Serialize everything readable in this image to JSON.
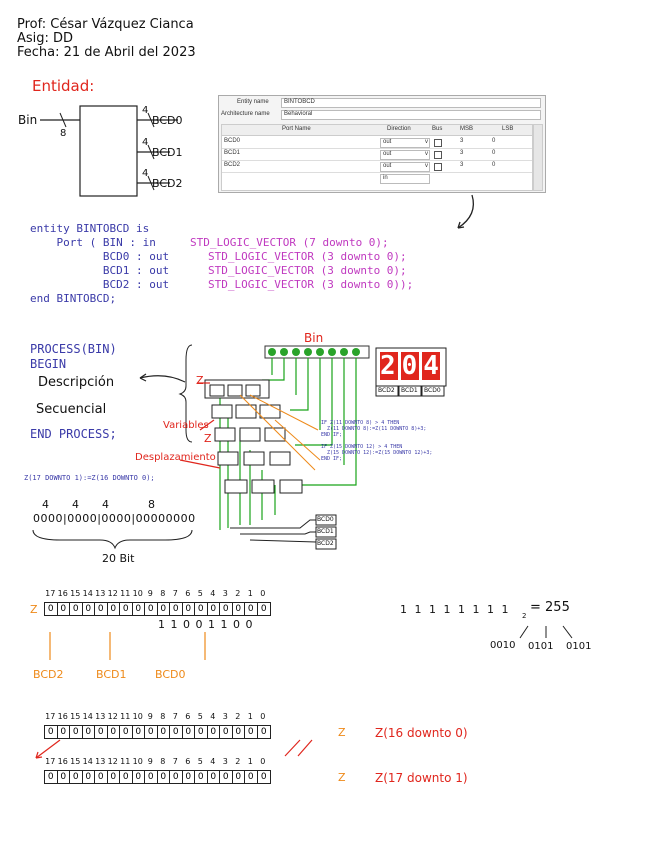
{
  "header": {
    "prof": "Prof: César Vázquez Cianca",
    "asig": "Asig: DD",
    "fecha": "Fecha: 21 de Abril del 2023"
  },
  "entidad_title": "Entidad:",
  "block": {
    "input": "Bin",
    "input_width": "8",
    "output_width": "4",
    "outputs": [
      "BCD0",
      "BCD1",
      "BCD2"
    ]
  },
  "wizard": {
    "entity_label": "Entity name",
    "entity_value": "BINTOBCD",
    "arch_label": "Architecture name",
    "arch_value": "Behavioral",
    "columns": [
      "Port Name",
      "Direction",
      "Bus",
      "MSB",
      "LSB"
    ],
    "rows": [
      {
        "name": "BCD0",
        "dir": "out",
        "msb": "3",
        "lsb": "0"
      },
      {
        "name": "BCD1",
        "dir": "out",
        "msb": "3",
        "lsb": "0"
      },
      {
        "name": "BCD2",
        "dir": "out",
        "msb": "3",
        "lsb": "0"
      },
      {
        "name": "",
        "dir": "in",
        "msb": "",
        "lsb": ""
      }
    ]
  },
  "code": {
    "l1": "entity BINTOBCD is",
    "l2a": "    Port ( BIN : in  ",
    "l2b": "STD_LOGIC_VECTOR (7 downto 0);",
    "l3a": "           BCD0 : out  ",
    "l3b": "STD_LOGIC_VECTOR (3 downto 0);",
    "l4a": "           BCD1 : out  ",
    "l4b": "STD_LOGIC_VECTOR (3 downto 0);",
    "l5a": "           BCD2 : out  ",
    "l5b": "STD_LOGIC_VECTOR (3 downto 0));",
    "l6": "end BINTOBCD;"
  },
  "process": {
    "l1": "PROCESS(BIN)",
    "l2": "BEGIN",
    "descripcion": "Descripción",
    "secuencial": "Secuencial",
    "end": "END PROCESS;",
    "shift_code": "Z(17 DOWNTO 1):=Z(16 DOWNTO 0);"
  },
  "annotations": {
    "bin": "Bin",
    "z": "Z",
    "variables": "Variables",
    "desplazamiento": "Desplazamiento",
    "code_right": "IF Z(11 DOWNTO 8) > 4 THEN\n  Z(11 DOWNTO 8):=Z(11 DOWNTO 8)+3;\nEND IF;\n\nIF Z(15 DOWNTO 12) > 4 THEN\n  Z(15 DOWNTO 12):=Z(15 DOWNTO 12)+3;\nEND IF;"
  },
  "display": {
    "value": "204",
    "labels": [
      "BCD2",
      "BCD1",
      "BCD0"
    ],
    "circuit_labels": [
      "BCD0",
      "BCD1",
      "BCD2"
    ]
  },
  "bits20": {
    "groups": [
      "4",
      "4",
      "4",
      "8"
    ],
    "cells": "0000|0000|0000|00000000",
    "label": "20 Bit"
  },
  "register": {
    "prefix": "Z",
    "indices": [
      "17",
      "16",
      "15",
      "14",
      "13",
      "12",
      "11",
      "10",
      "9",
      "8",
      "7",
      "6",
      "5",
      "4",
      "3",
      "2",
      "1",
      "0"
    ],
    "under": "1 1 0 0 1 1 0 0",
    "groups": [
      "BCD2",
      "BCD1",
      "BCD0"
    ]
  },
  "conversion": {
    "ones": "1 1 1 1 1 1 1 1",
    "sub": "2",
    "eq": "= 255",
    "digits": [
      "0010",
      "0101",
      "0101"
    ]
  },
  "shift": {
    "row1_suffix": "Z",
    "row1_note": "Z(16 downto 0)",
    "row2_suffix": "Z",
    "row2_note": "Z(17 downto 1)"
  }
}
